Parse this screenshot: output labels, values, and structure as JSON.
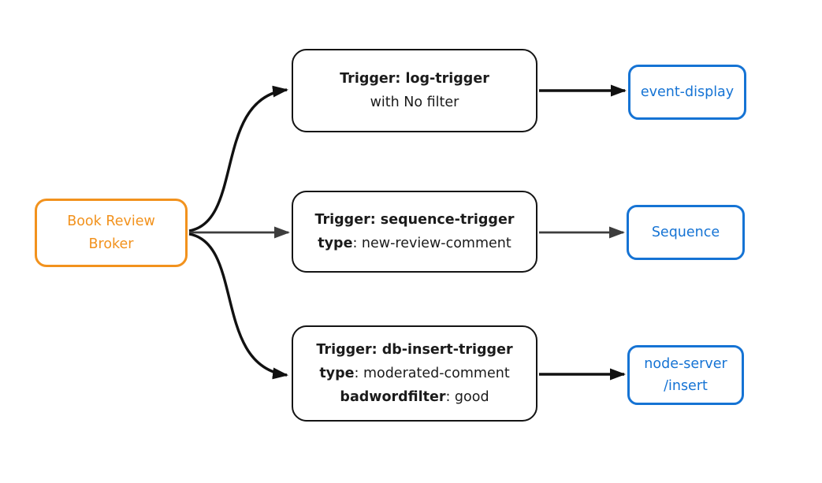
{
  "colors": {
    "broker": "#F2921D",
    "sink": "#1573D4",
    "trigger_border": "#141414",
    "trigger_text": "#1B1B1B",
    "arrow_primary": "#111111",
    "arrow_secondary": "#3D3D3D",
    "background": "#FFFFFF"
  },
  "broker": {
    "name": "Book Review Broker",
    "line1": "Book Review",
    "line2": "Broker"
  },
  "triggers": [
    {
      "title": "Trigger: log-trigger",
      "subtitle": "with No filter"
    },
    {
      "title": "Trigger: sequence-trigger",
      "attrs": [
        {
          "key": "type",
          "value": ": new-review-comment"
        }
      ]
    },
    {
      "title": "Trigger: db-insert-trigger",
      "attrs": [
        {
          "key": "type",
          "value": ": moderated-comment"
        },
        {
          "key": "badwordfilter",
          "value": ": good"
        }
      ]
    }
  ],
  "sinks": [
    {
      "label": "event-display"
    },
    {
      "label": "Sequence"
    },
    {
      "label_line1": "node-server",
      "label_line2": "/insert"
    }
  ]
}
